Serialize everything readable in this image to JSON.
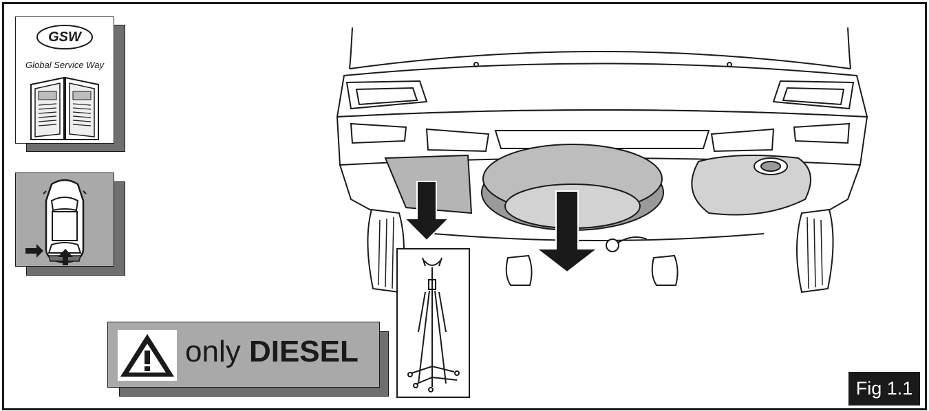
{
  "logo": {
    "badge_text": "GSW",
    "tagline": "Global Service Way"
  },
  "warning": {
    "prefix": "only",
    "fuel": "DIESEL"
  },
  "figure": {
    "label": "Fig 1.1"
  },
  "icons": [
    "gsw-logo-icon",
    "open-manual-icon",
    "car-top-view-icon",
    "side-arrow-icon",
    "rear-arrow-icon",
    "warning-triangle-icon",
    "jack-stand-icon",
    "down-arrow-icon"
  ],
  "colors": {
    "line": "#1a1a1a",
    "card_gray": "#a9a9a9",
    "shadow_gray": "#6f6f6f",
    "tyre_gray": "#9a9a9a",
    "figure_label_bg": "#1a1a1a"
  }
}
